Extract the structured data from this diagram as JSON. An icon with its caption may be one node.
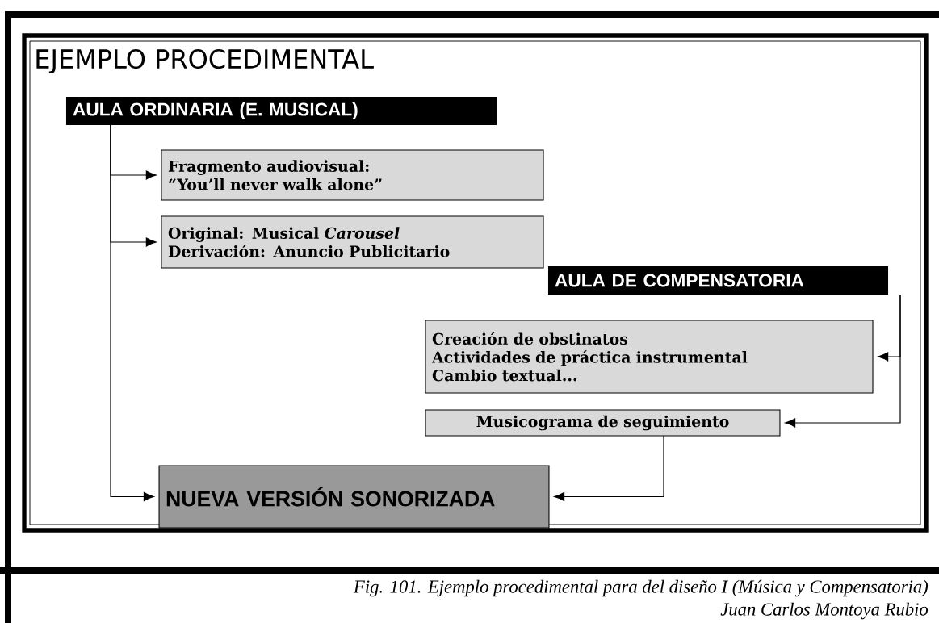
{
  "diagram": {
    "title": "EJEMPLO PROCEDIMENTAL",
    "caption": "Fig. 101. Ejemplo procedimental para del diseño I (Música y Compensatoria)",
    "nodes": [
      {
        "text": [
          "AULA ORDINARIA (E. MUSICAL)"
        ]
      },
      {
        "text": [
          "Fragmento audiovisual:",
          "“You’ll never walk alone”"
        ]
      },
      {
        "text": [
          "Original: Musical *Carousel*",
          "Derivación: Anuncio Publicitario"
        ]
      },
      {
        "text": [
          "AULA DE COMPENSATORIA"
        ]
      },
      {
        "text": [
          "Creación de obstinatos",
          "Actividades de práctica instrumental",
          "Cambio textual..."
        ]
      },
      {
        "text": [
          "Musicograma de seguimiento"
        ]
      },
      {
        "text": [
          "NUEVA VERSIÓN SONORIZADA"
        ]
      }
    ],
    "edges": [
      {
        "from": 0,
        "to": 1,
        "arrow": "to"
      },
      {
        "from": 0,
        "to": 2,
        "arrow": "to"
      },
      {
        "from": 0,
        "to": 6,
        "arrow": "to"
      },
      {
        "from": 3,
        "to": 4,
        "arrow": "to"
      },
      {
        "from": 3,
        "to": 5,
        "arrow": "to"
      },
      {
        "from": 5,
        "to": 6,
        "arrow": "to"
      }
    ],
    "labels": [
      "Juan Carlos Montoya Rubio"
    ]
  }
}
